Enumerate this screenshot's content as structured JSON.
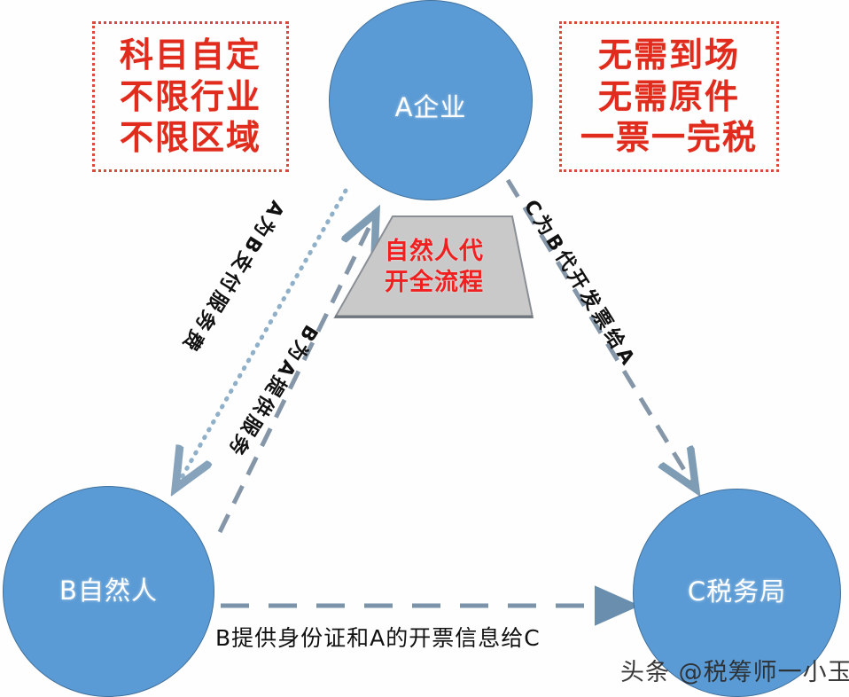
{
  "nodes": {
    "a": {
      "label": "A企业"
    },
    "b": {
      "label": "B自然人"
    },
    "c": {
      "label": "C税务局"
    }
  },
  "center_shape": {
    "line1": "自然人代",
    "line2": "开全流程"
  },
  "callouts": {
    "left": {
      "line1": "科目自定",
      "line2": "不限行业",
      "line3": "不限区域"
    },
    "right": {
      "line1": "无需到场",
      "line2": "无需原件",
      "line3": "一票一完税"
    }
  },
  "edges": {
    "a_pays_b": "A为B支付服务费",
    "b_serves_a": "B为A提供服务",
    "c_invoices_a": "C为B代开发票给A",
    "b_to_c": "B提供身份证和A的开票信息给C"
  },
  "watermark": "头条 @税筹师一小玉",
  "colors": {
    "circle_fill": "#5b9bd5",
    "circle_stroke": "#41719c",
    "trapezoid_fill": "#c9c9c9",
    "trapezoid_stroke": "#8a8f96",
    "callout_red": "#e02b1d",
    "arrow_blue": "#7f9cb5",
    "text_dark": "#111111"
  }
}
